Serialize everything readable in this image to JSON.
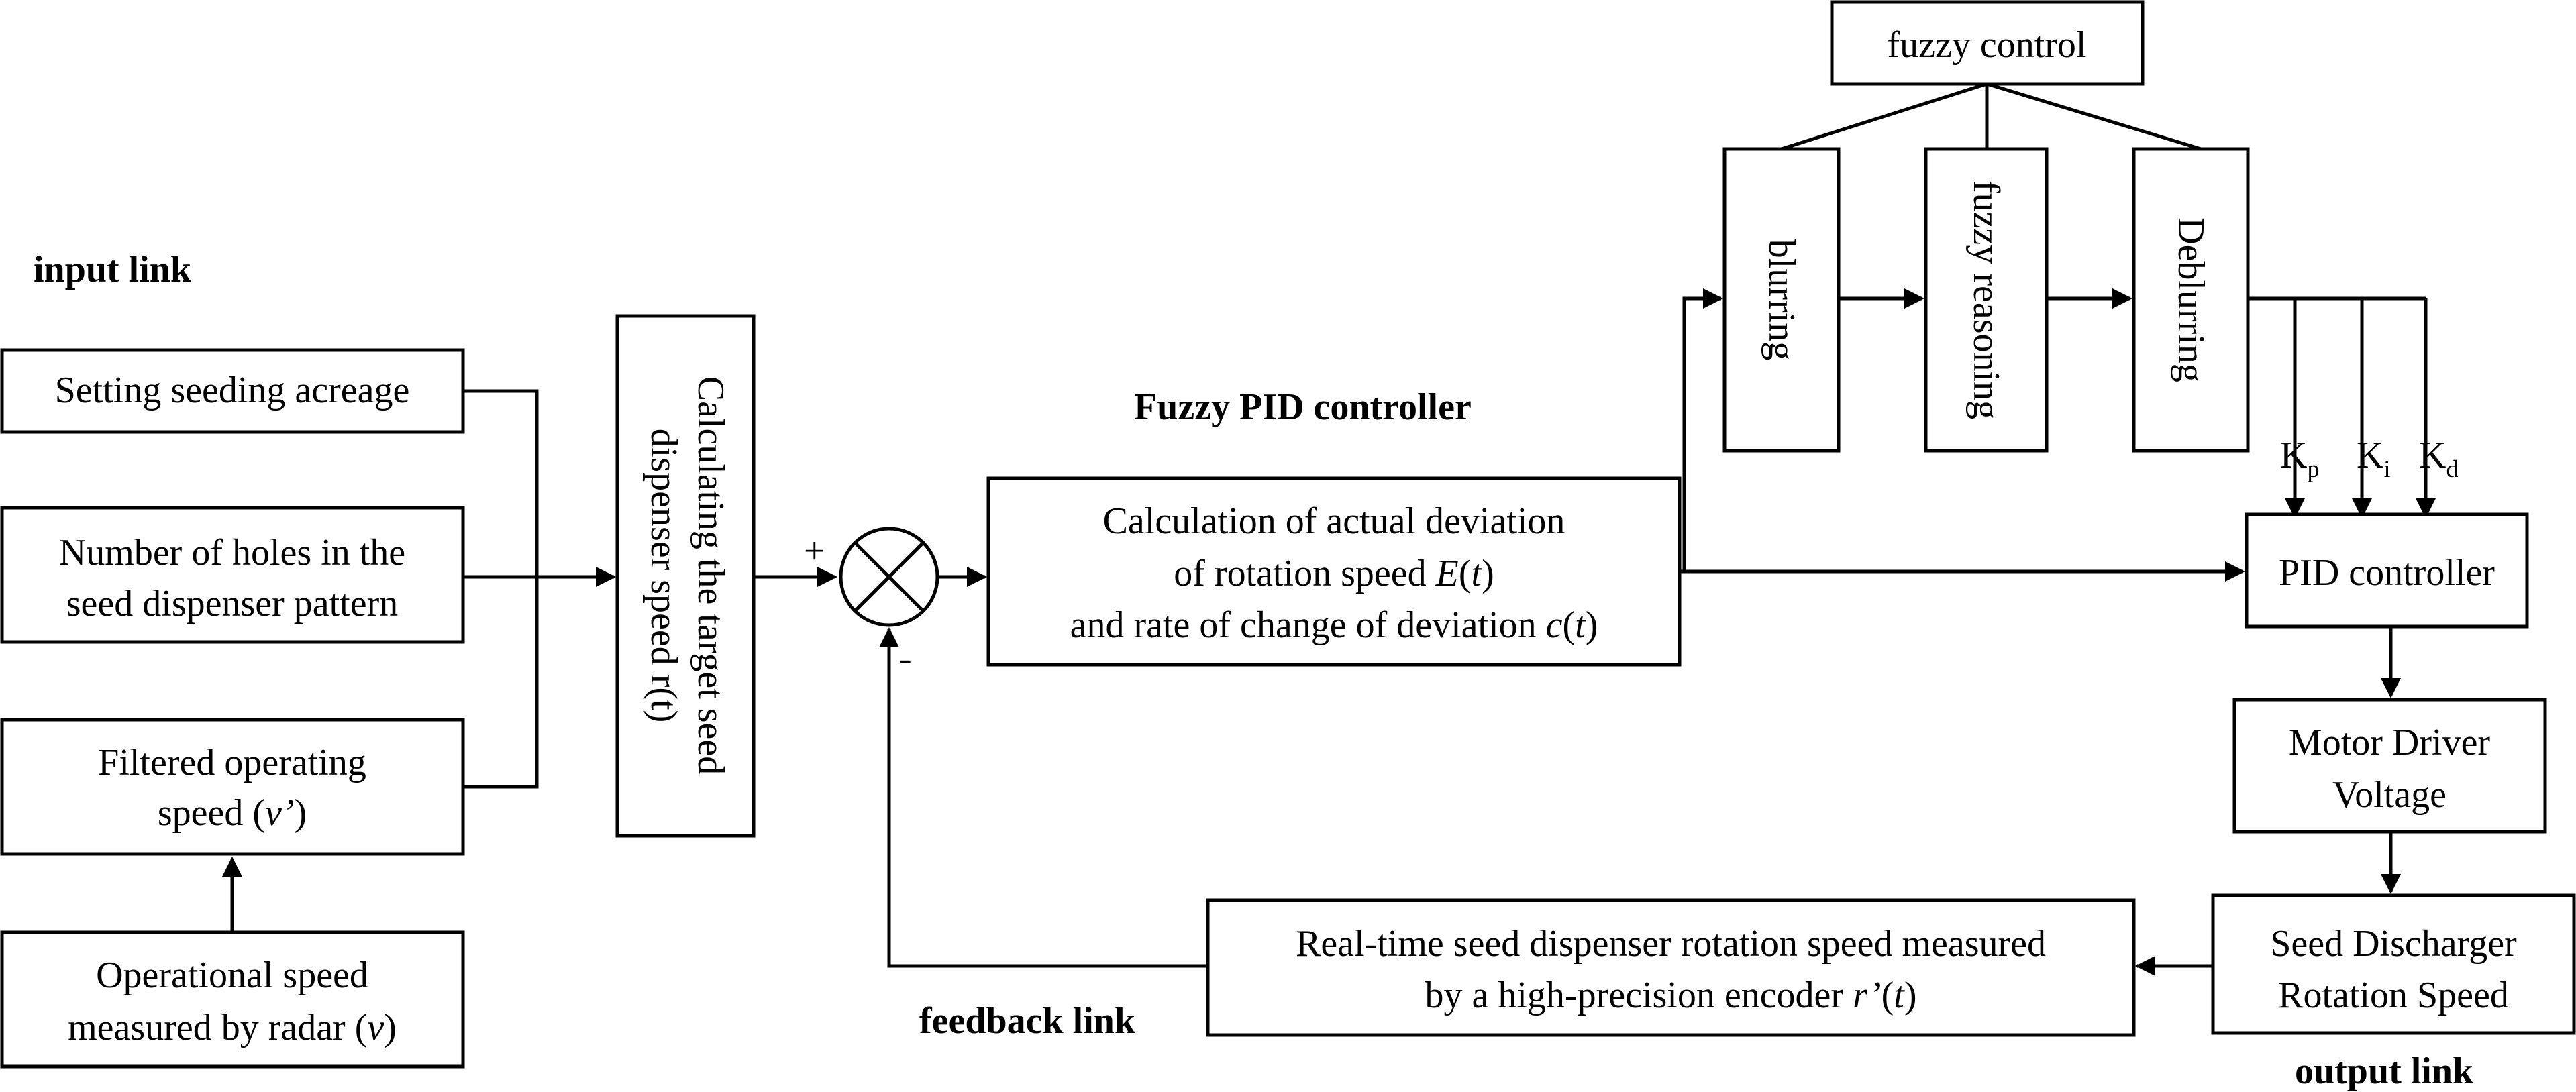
{
  "labels": {
    "input_link": "input link",
    "fuzzy_pid_controller": "Fuzzy PID controller",
    "feedback_link": "feedback link",
    "output_link": "output link"
  },
  "boxes": {
    "setting_acreage": "Setting seeding acreage",
    "holes_line1": "Number of holes in the",
    "holes_line2": "seed dispenser pattern",
    "filtered_line1": "Filtered operating",
    "filtered_line2": "speed (",
    "filtered_var": "v’",
    "filtered_close": ")",
    "radar_line1": "Operational speed",
    "radar_line2": "measured by radar (",
    "radar_var": "v",
    "radar_close": ")",
    "target_line1": "Calculating the target seed",
    "target_line2": "dispenser speed r(t)",
    "calc_line1": "Calculation of actual deviation",
    "calc_line2": "of rotation speed ",
    "calc_var2": "E",
    "calc_paren2a": "(",
    "calc_t2": "t",
    "calc_paren2b": ")",
    "calc_line3": "and rate of change of deviation ",
    "calc_var3": "c",
    "calc_paren3a": "(",
    "calc_t3": "t",
    "calc_paren3b": ")",
    "fuzzy_control": "fuzzy control",
    "blurring": "blurring",
    "fuzzy_reasoning": "fuzzy reasoning",
    "deblurring": "Deblurring",
    "pid_controller": "PID controller",
    "motor_line1": "Motor Driver",
    "motor_line2": "Voltage",
    "seed_line1": "Seed Discharger",
    "seed_line2": "Rotation Speed",
    "realtime_line1": "Real-time seed dispenser rotation speed measured",
    "realtime_line2": "by a high-precision encoder ",
    "realtime_var": "r’",
    "realtime_paren_a": "(",
    "realtime_t": "t",
    "realtime_paren_b": ")"
  },
  "gains": {
    "kp": "K",
    "kp_sub": "p",
    "ki": "K",
    "ki_sub": "i",
    "kd": "K",
    "kd_sub": "d"
  },
  "signs": {
    "plus": "+",
    "minus": "-"
  }
}
